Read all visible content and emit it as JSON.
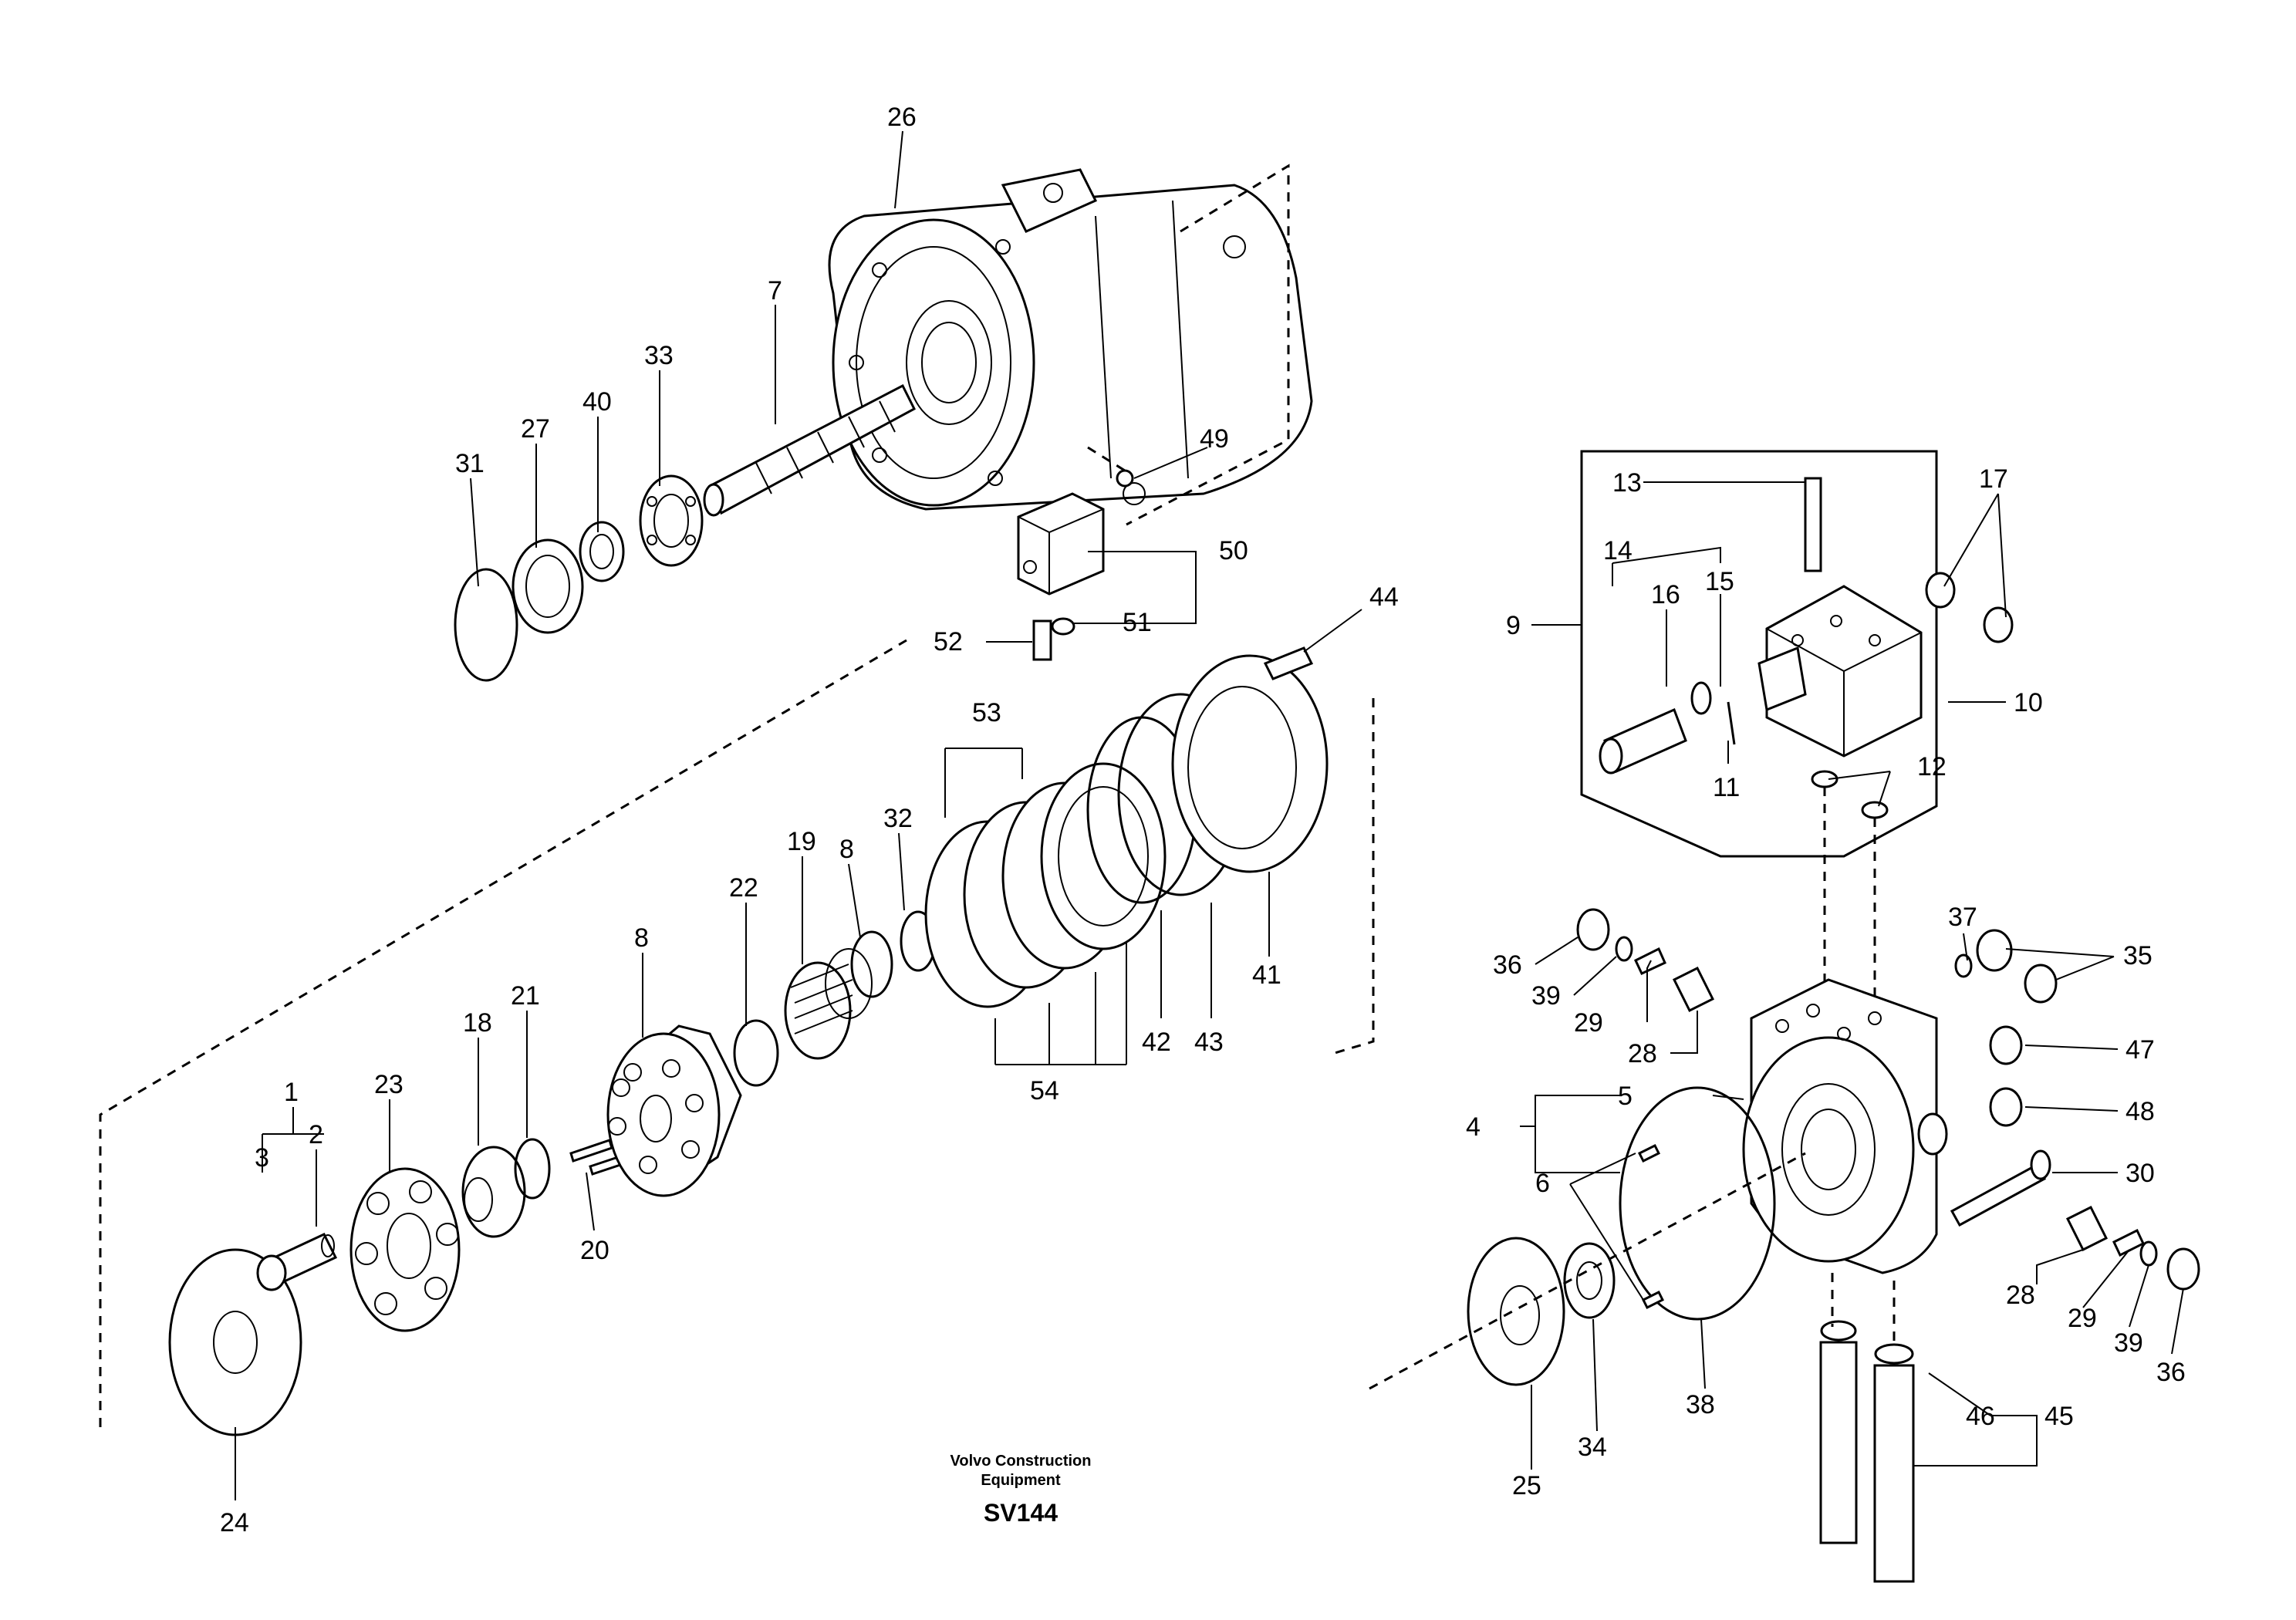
{
  "caption": {
    "line1": "Volvo Construction",
    "line2": "Equipment",
    "code": "SV144"
  },
  "callouts": [
    "1",
    "2",
    "3",
    "4",
    "5",
    "6",
    "7",
    "8",
    "9",
    "10",
    "11",
    "12",
    "13",
    "14",
    "15",
    "16",
    "17",
    "18",
    "19",
    "20",
    "21",
    "22",
    "23",
    "24",
    "25",
    "26",
    "27",
    "28",
    "29",
    "30",
    "31",
    "32",
    "33",
    "34",
    "35",
    "36",
    "37",
    "38",
    "39",
    "40",
    "41",
    "42",
    "43",
    "44",
    "45",
    "46",
    "47",
    "48",
    "49",
    "50",
    "51",
    "52",
    "53",
    "54"
  ]
}
